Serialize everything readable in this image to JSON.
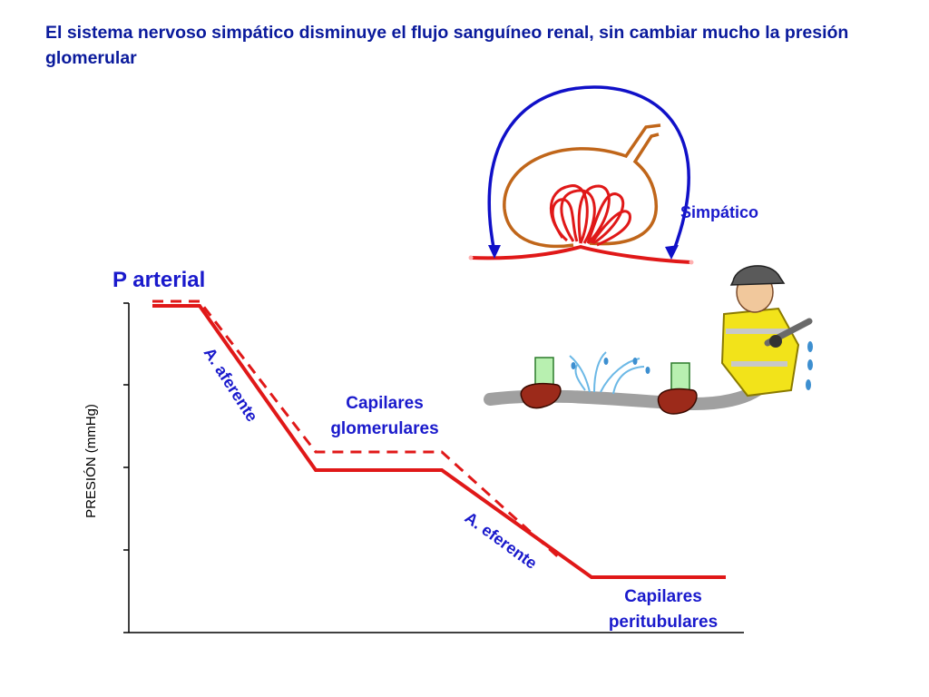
{
  "title": "El sistema nervoso simpático disminuye el flujo sanguíneo renal, sin cambiar mucho la presión glomerular",
  "labels": {
    "simpatico": "Simpático",
    "p_arterial": "P arterial",
    "a_aferente": "A. aferente",
    "capilares_glomerulares_1": "Capilares",
    "capilares_glomerulares_2": "glomerulares",
    "a_eferente": "A. eferente",
    "capilares_peritubulares_1": "Capilares",
    "capilares_peritubulares_2": "peritubulares",
    "ylabel": "PRESIÓN (mmHg)"
  },
  "colors": {
    "title": "#0a1a9c",
    "labels": "#1a1acc",
    "curve": "#e01818",
    "axis": "#000000",
    "nerve": "#1010c8",
    "capsule": "#c0661a"
  },
  "icons": {
    "glomerulus": "glomerulus-illustration",
    "firefighter": "firefighter-hose-illustration"
  }
}
